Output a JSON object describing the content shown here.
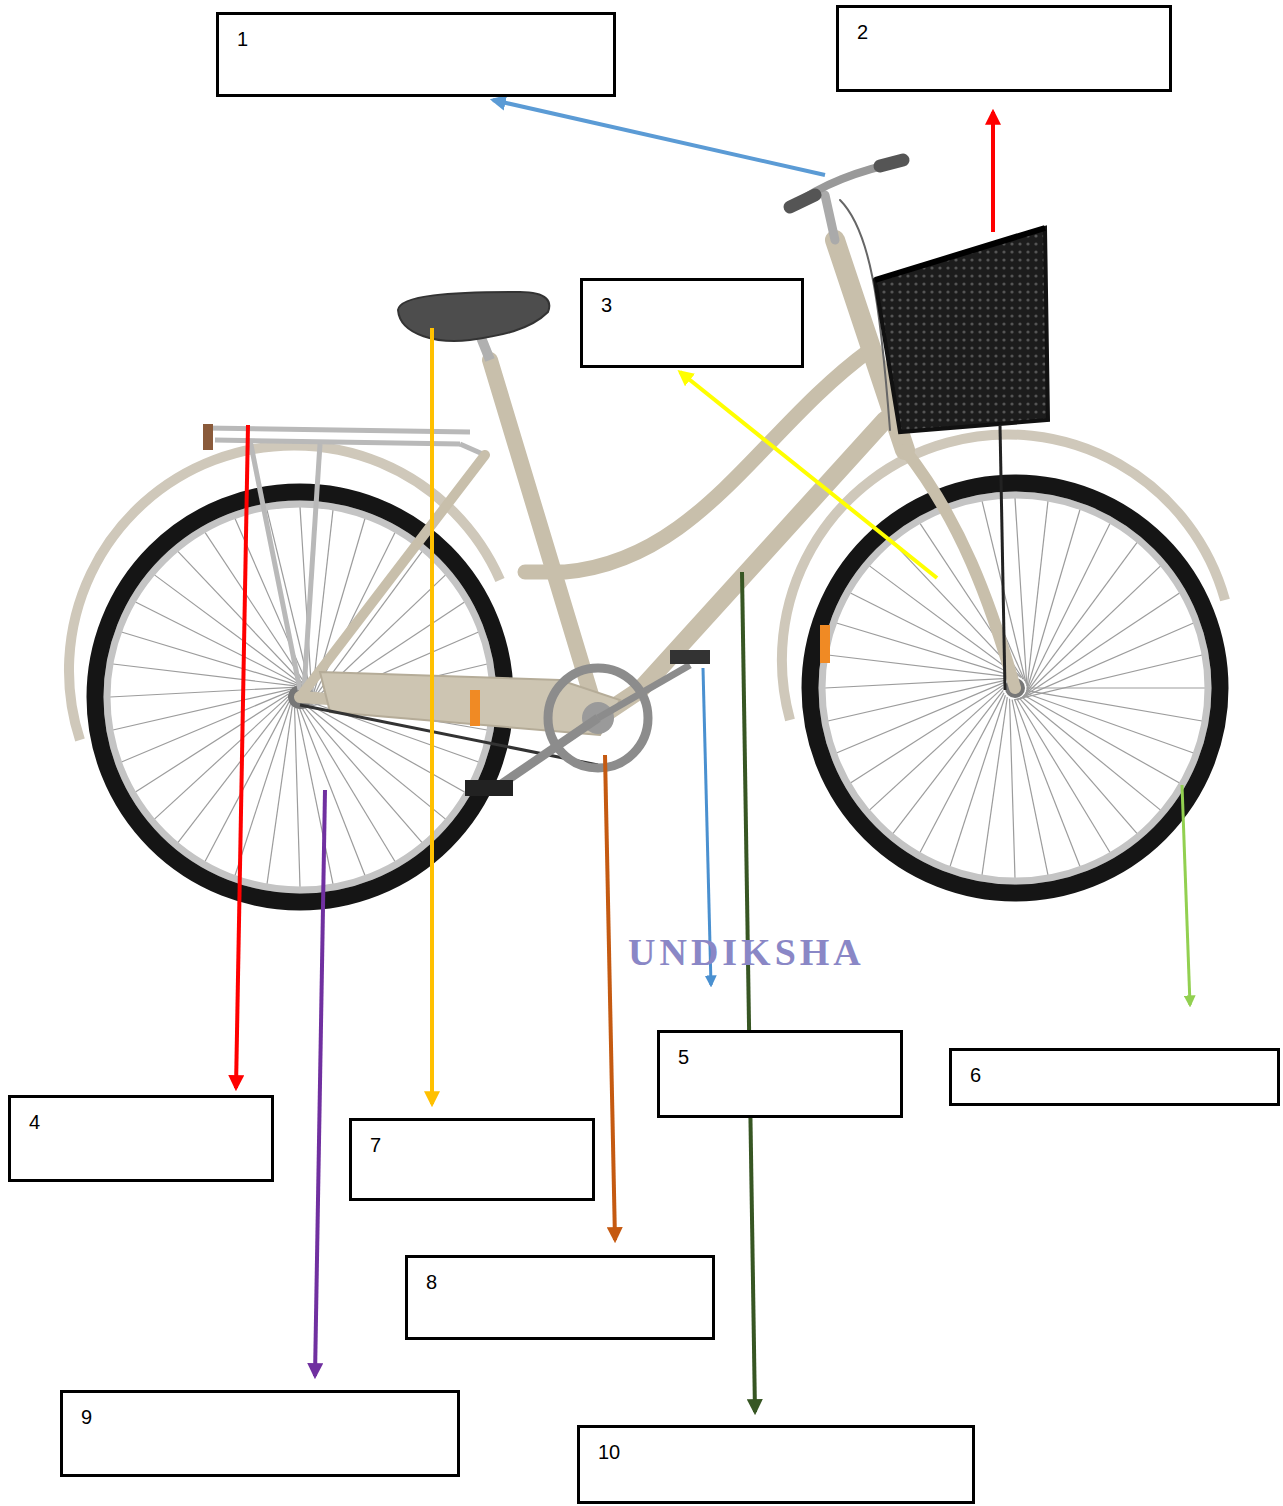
{
  "diagram": {
    "nodes": [
      {
        "text": [
          "1"
        ]
      },
      {
        "text": [
          "2"
        ]
      },
      {
        "text": [
          "3"
        ]
      },
      {
        "text": [
          "4"
        ]
      },
      {
        "text": [
          "5"
        ]
      },
      {
        "text": [
          "6"
        ]
      },
      {
        "text": [
          "7"
        ]
      },
      {
        "text": [
          "8"
        ]
      },
      {
        "text": [
          "9"
        ]
      },
      {
        "text": [
          "10"
        ]
      }
    ],
    "labels": [
      "UNDIKSHA"
    ]
  }
}
